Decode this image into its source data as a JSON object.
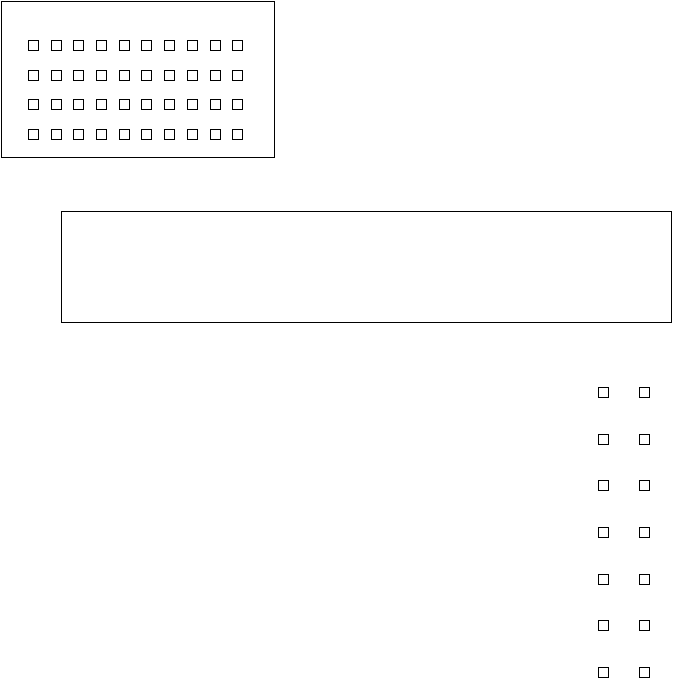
{
  "id_grid": {
    "rows": 4,
    "columns": 10
  },
  "answer_box": {
    "value": ""
  },
  "option_rows": {
    "rows": 7,
    "columns": 2
  }
}
